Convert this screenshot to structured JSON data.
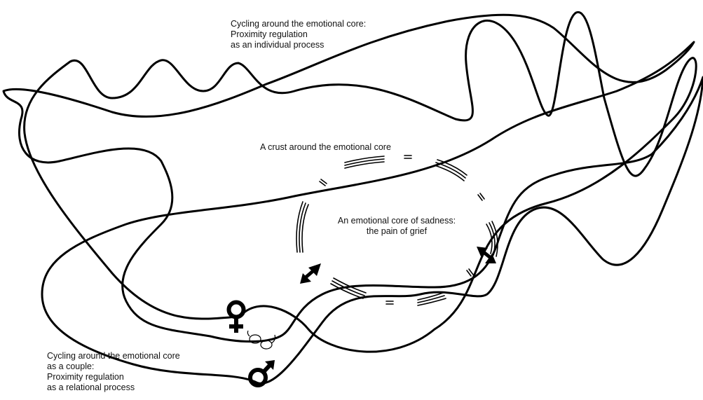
{
  "labels": {
    "top": [
      "Cycling around the emotional core:",
      "Proximity regulation",
      "as an individual process"
    ],
    "crust": "A crust around the emotional core",
    "core": [
      "An emotional core of sadness:",
      "the pain of grief"
    ],
    "bottom": [
      "Cycling around the emotional core",
      "as a couple:",
      "Proximity regulation",
      "as a relational process"
    ]
  },
  "symbols": {
    "female": "female-symbol-icon",
    "male": "male-symbol-icon",
    "glasses": "glasses-icon",
    "arrows": "double-arrow-icon"
  },
  "colors": {
    "stroke": "#000000",
    "text": "#111111"
  }
}
